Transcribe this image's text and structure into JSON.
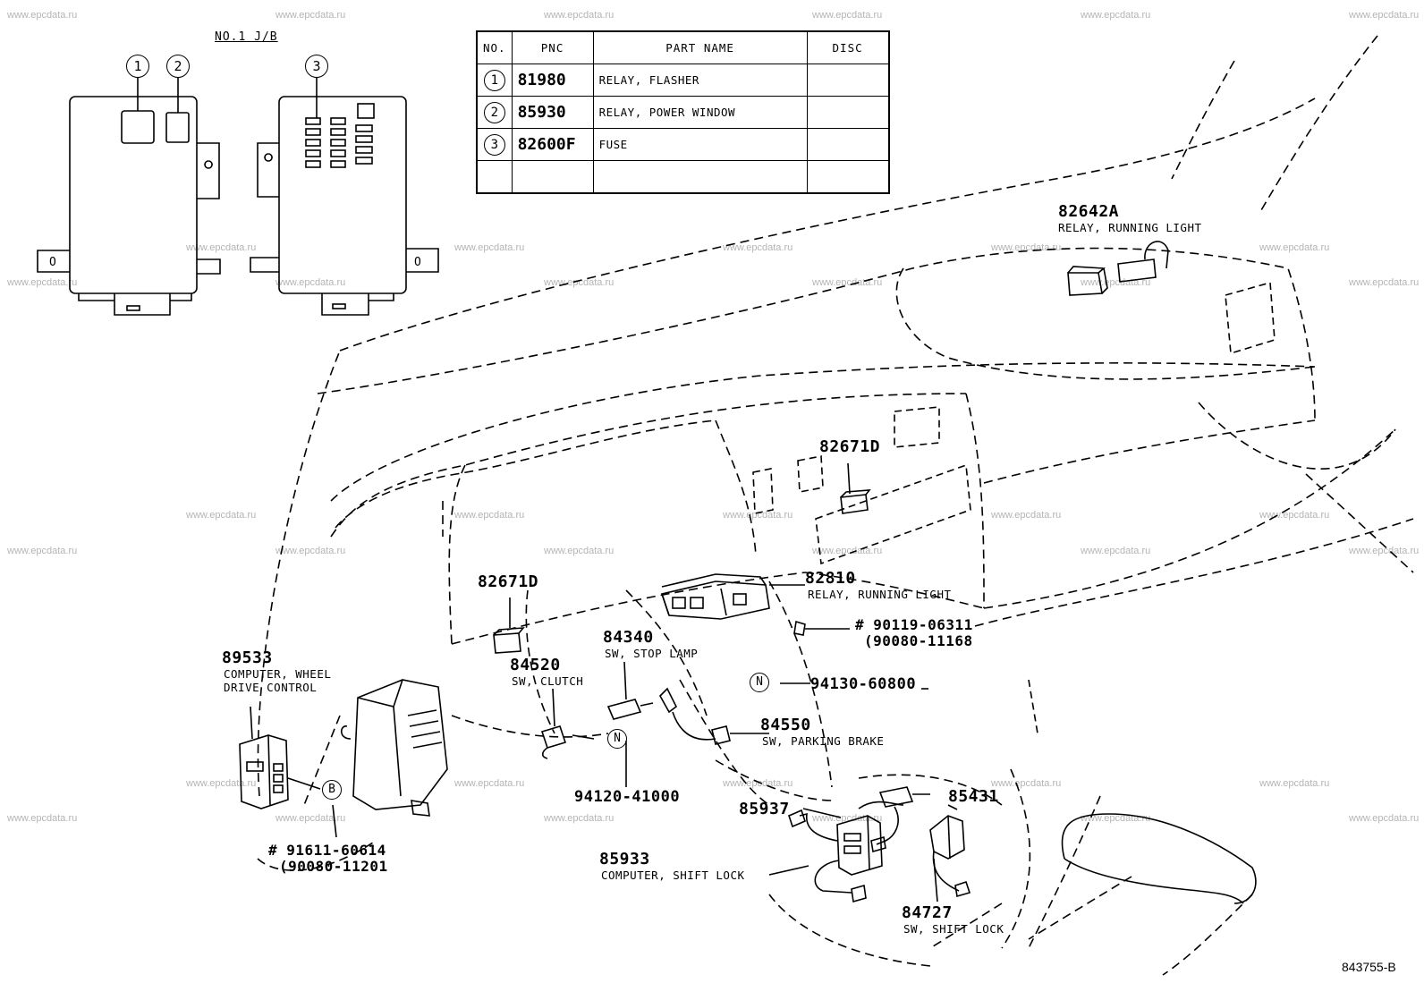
{
  "watermark": "www.epcdata.ru",
  "junction_block": {
    "title": "NO.1 J/B",
    "callouts": [
      "1",
      "2",
      "3"
    ]
  },
  "parts_table": {
    "headers": [
      "NO.",
      "PNC",
      "PART NAME",
      "DISC"
    ],
    "rows": [
      {
        "no": "1",
        "pnc": "81980",
        "name": "RELAY, FLASHER",
        "disc": ""
      },
      {
        "no": "2",
        "pnc": "85930",
        "name": "RELAY, POWER WINDOW",
        "disc": ""
      },
      {
        "no": "3",
        "pnc": "82600F",
        "name": "FUSE",
        "disc": ""
      },
      {
        "no": "",
        "pnc": "",
        "name": "",
        "disc": ""
      }
    ]
  },
  "callouts": {
    "c82642A": {
      "pnc": "82642A",
      "name": "RELAY, RUNNING LIGHT"
    },
    "c82671D_right": {
      "pnc": "82671D"
    },
    "c82671D_left": {
      "pnc": "82671D"
    },
    "c82810": {
      "pnc": "82810",
      "name": "RELAY, RUNNING LIGHT"
    },
    "c90119": {
      "pnc": "# 90119-06311",
      "alt": "(90080-11168"
    },
    "c84340": {
      "pnc": "84340",
      "name": "SW, STOP LAMP"
    },
    "c84520": {
      "pnc": "84520",
      "name": "SW, CLUTCH"
    },
    "c89533": {
      "pnc": "89533",
      "name_1": "COMPUTER, WHEEL",
      "name_2": "DRIVE CONTROL"
    },
    "c94130": {
      "pnc": "94130-60800",
      "marker": "N"
    },
    "c84550": {
      "pnc": "84550",
      "name": "SW, PARKING BRAKE"
    },
    "c94120": {
      "pnc": "94120-41000",
      "marker": "N"
    },
    "c85937": {
      "pnc": "85937"
    },
    "c85431": {
      "pnc": "85431"
    },
    "c91611": {
      "pnc": "# 91611-60614",
      "alt": "(90080-11201",
      "marker": "B"
    },
    "c85933": {
      "pnc": "85933",
      "name": "COMPUTER, SHIFT LOCK"
    },
    "c84727": {
      "pnc": "84727",
      "name": "SW, SHIFT LOCK"
    }
  },
  "figure_ref": "843755-B"
}
